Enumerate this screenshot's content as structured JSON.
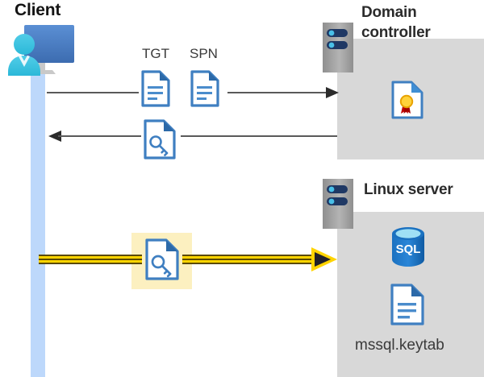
{
  "diagram": {
    "title_client": "Client",
    "title_domain_controller_line1": "Domain",
    "title_domain_controller_line2": "controller",
    "title_linux_server": "Linux server",
    "label_tgt": "TGT",
    "label_spn": "SPN",
    "label_keytab_file": "mssql.keytab",
    "label_sql": "SQL"
  },
  "icons": {
    "client": "user-workstation-icon",
    "tgt_document": "document-icon",
    "spn_document": "document-icon",
    "ticket_key_document": "document-key-icon",
    "certificate": "certificate-document-icon",
    "server_rack_dc": "server-icon",
    "server_rack_linux": "server-icon",
    "database": "sql-database-icon",
    "keytab_document": "document-icon"
  },
  "flows": [
    {
      "name": "request-tgt-spn",
      "direction": "right",
      "from": "Client",
      "to": "Domain controller",
      "style": "thin-gray",
      "labels": [
        "TGT",
        "SPN"
      ]
    },
    {
      "name": "receive-service-ticket",
      "direction": "left",
      "from": "Domain controller",
      "to": "Client",
      "style": "thin-gray",
      "labels": []
    },
    {
      "name": "present-ticket-to-linux-server",
      "direction": "right",
      "from": "Client",
      "to": "Linux server",
      "style": "thick-yellow-highlight",
      "labels": []
    }
  ],
  "colors": {
    "panel_gray": "#d8d8d8",
    "lifeline_blue": "#bdd8fb",
    "doc_blue": "#3f7fc1",
    "doc_fold_blue": "#2c69a8",
    "arrow_yellow": "#ffd400",
    "arrow_yellow_dark": "#bf9000",
    "highlight_yellow": "#fcf0c0",
    "thin_line_gray": "#5a5a5a",
    "server_gray": "#9a9a9a",
    "server_navy": "#1f3864",
    "sql_blue": "#1b71c0",
    "seal_gold": "#ffd23b",
    "seal_red": "#c00000",
    "title_dark": "#2b2b2b",
    "monitor_blue": "#4a7ec4",
    "person_cyan": "#3fc4e0"
  }
}
